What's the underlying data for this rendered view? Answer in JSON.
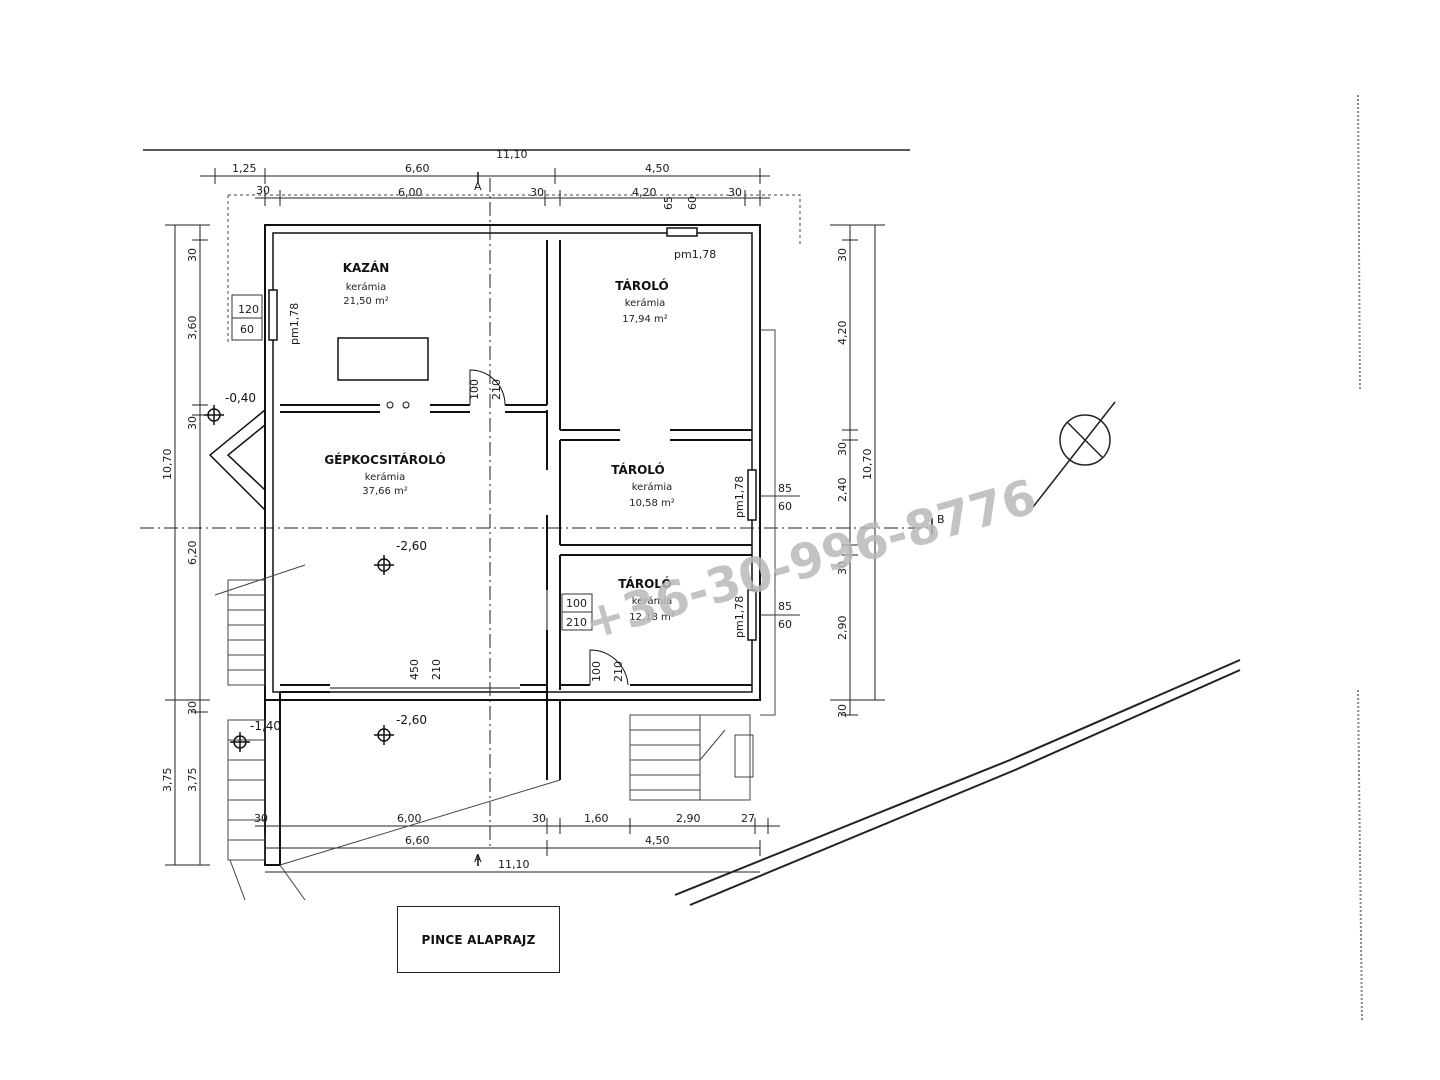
{
  "title": "PINCE ALAPRAJZ",
  "rooms": {
    "kazan": {
      "name": "KAZÁN",
      "finish": "kerámia",
      "area": "21,50 m²"
    },
    "tarolo1": {
      "name": "TÁROLÓ",
      "finish": "kerámia",
      "area": "17,94 m²"
    },
    "garage": {
      "name": "GÉPKOCSITÁROLÓ",
      "finish": "kerámia",
      "area": "37,66 m²"
    },
    "tarolo2": {
      "name": "TÁROLÓ",
      "finish": "kerámia",
      "area": "10,58 m²"
    },
    "tarolo3": {
      "name": "TÁROLÓ",
      "finish": "kerámia",
      "area": "12,18 m²"
    }
  },
  "top_dims": {
    "row1": [
      "1,25",
      "6,60",
      "11,10",
      "4,50"
    ],
    "row2": [
      "30",
      "6,00",
      "30",
      "4,20",
      "30"
    ],
    "small": [
      "65",
      "60"
    ]
  },
  "bottom_dims": {
    "row1": [
      "30",
      "6,00",
      "30",
      "1,60",
      "2,90",
      "27"
    ],
    "row2": [
      "6,60",
      "4,50"
    ],
    "row3": "11,10"
  },
  "left_dims": {
    "outer": [
      "30",
      "3,60",
      "30",
      "6,20",
      "30",
      "3,75"
    ],
    "inner": [
      "10,70",
      "3,75"
    ]
  },
  "right_dims": {
    "inner": [
      "30",
      "4,20",
      "30",
      "2,40",
      "30",
      "2,90",
      "30"
    ],
    "outer": "10,70"
  },
  "openings": {
    "win_left": [
      "120",
      "60",
      "pm1,78"
    ],
    "win_top": "pm1,78",
    "win_right1": [
      "85",
      "60",
      "pm1,78"
    ],
    "win_right2": [
      "85",
      "60",
      "pm1,78"
    ],
    "door_kazan": [
      "100",
      "210"
    ],
    "door_storage": [
      "100",
      "210"
    ],
    "door_tarolo3": [
      "100",
      "210"
    ],
    "garage_door": [
      "450",
      "210"
    ]
  },
  "levels": [
    "-0,40",
    "-2,60",
    "-2,60",
    "-1,40"
  ],
  "section_labels": [
    "A",
    "A",
    "B"
  ],
  "watermark": "+36-30-996-8776"
}
